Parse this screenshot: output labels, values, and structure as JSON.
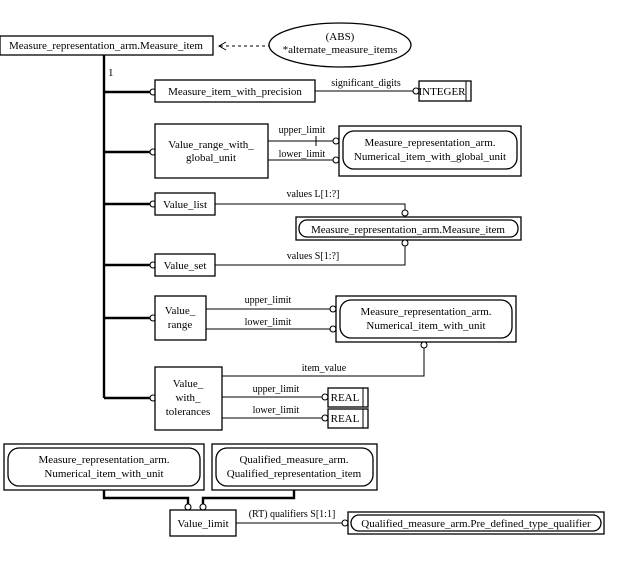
{
  "diagram": {
    "root": "Measure_representation_arm.Measure_item",
    "abs_ellipse": {
      "line1": "(ABS)",
      "line2": "*alternate_measure_items"
    },
    "cardinality_one": "1",
    "measure_item_with_precision": "Measure_item_with_precision",
    "significant_digits": "significant_digits",
    "integer": "INTEGER",
    "value_range_with_global_unit": {
      "line1": "Value_range_with_",
      "line2": "global_unit"
    },
    "upper_limit": "upper_limit",
    "lower_limit": "lower_limit",
    "numerical_item_with_global_unit": {
      "line1": "Measure_representation_arm.",
      "line2": "Numerical_item_with_global_unit"
    },
    "value_list": "Value_list",
    "values_list_label": "values L[1:?]",
    "measure_item_ref": "Measure_representation_arm.Measure_item",
    "value_set": "Value_set",
    "values_set_label": "values S[1:?]",
    "value_range": {
      "line1": "Value_",
      "line2": "range"
    },
    "numerical_item_with_unit": {
      "line1": "Measure_representation_arm.",
      "line2": "Numerical_item_with_unit"
    },
    "item_value": "item_value",
    "value_with_tolerances": {
      "line1": "Value_",
      "line2": "with_",
      "line3": "tolerances"
    },
    "real": "REAL",
    "numerical_item_with_unit_bottom": {
      "line1": "Measure_representation_arm.",
      "line2": "Numerical_item_with_unit"
    },
    "qualified_representation_item": {
      "line1": "Qualified_measure_arm.",
      "line2": "Qualified_representation_item"
    },
    "value_limit": "Value_limit",
    "qualifiers_label": "(RT) qualifiers S[1:1]",
    "pre_defined_type_qualifier": "Qualified_measure_arm.Pre_defined_type_qualifier"
  }
}
